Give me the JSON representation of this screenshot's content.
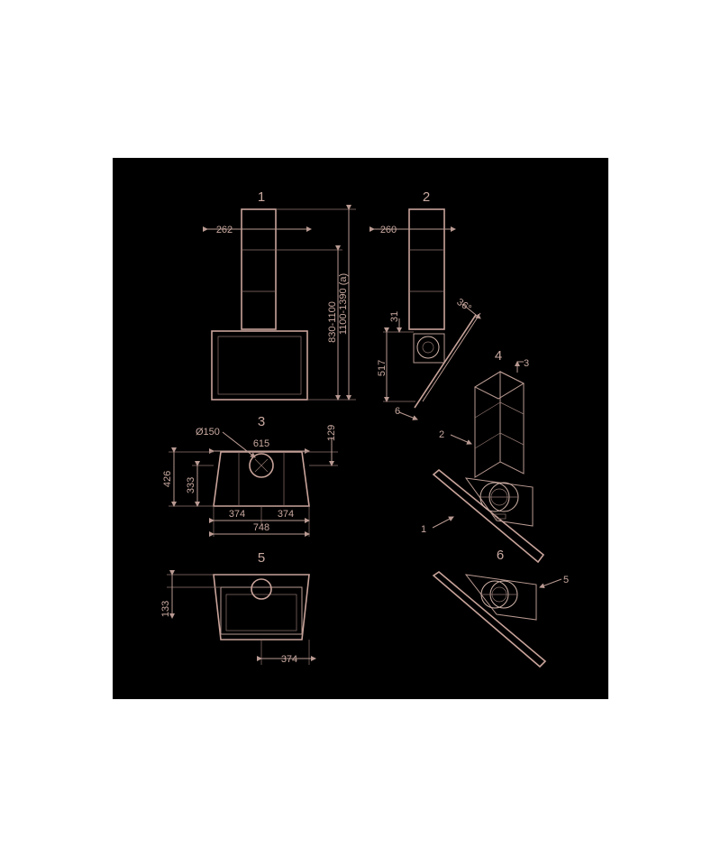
{
  "views": {
    "v1": {
      "label": "1",
      "width": "262",
      "height": "830-1100",
      "height_alt": "1100-1390 (a)"
    },
    "v2": {
      "label": "2",
      "width": "260",
      "angle": "36°",
      "offset": "31",
      "depth": "517",
      "thickness": "6"
    },
    "v3": {
      "label": "3",
      "diameter": "Ø150",
      "width": "615",
      "top": "129",
      "height": "426",
      "inner_height": "333",
      "half_left": "374",
      "half_right": "374",
      "total": "748"
    },
    "v4": {
      "label": "4"
    },
    "v5": {
      "label": "5",
      "height": "133",
      "half": "374"
    },
    "v6": {
      "label": "6"
    }
  },
  "callouts": {
    "c1": "1",
    "c2": "2",
    "c3": "3",
    "c5": "5"
  }
}
